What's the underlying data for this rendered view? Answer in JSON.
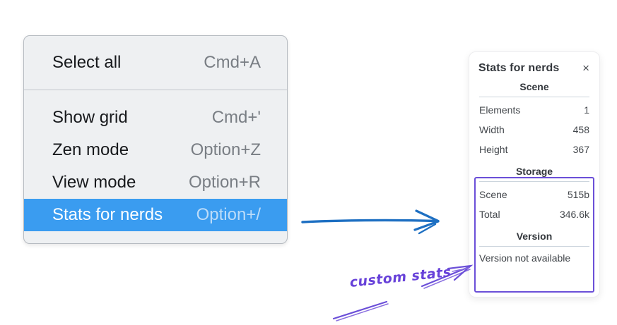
{
  "context_menu": {
    "sections": [
      {
        "items": [
          {
            "label": "Select all",
            "shortcut": "Cmd+A",
            "highlighted": false
          }
        ]
      },
      {
        "items": [
          {
            "label": "Show grid",
            "shortcut": "Cmd+'",
            "highlighted": false
          },
          {
            "label": "Zen mode",
            "shortcut": "Option+Z",
            "highlighted": false
          },
          {
            "label": "View mode",
            "shortcut": "Option+R",
            "highlighted": false
          },
          {
            "label": "Stats for nerds",
            "shortcut": "Option+/",
            "highlighted": true
          }
        ]
      }
    ]
  },
  "stats_panel": {
    "title": "Stats for nerds",
    "close_icon": "×",
    "sections": [
      {
        "header": "Scene",
        "rows": [
          [
            "Elements",
            "1"
          ],
          [
            "Width",
            "458"
          ],
          [
            "Height",
            "367"
          ]
        ]
      },
      {
        "header": "Storage",
        "rows": [
          [
            "Scene",
            "515b"
          ],
          [
            "Total",
            "346.6k"
          ]
        ]
      },
      {
        "header": "Version",
        "rows": [],
        "note": "Version not available"
      }
    ]
  },
  "annotation": {
    "label": "custom stats"
  },
  "colors": {
    "menu_bg": "#eef0f2",
    "menu_border": "#b6bbc1",
    "menu_text": "#17191c",
    "menu_shortcut": "#797e84",
    "highlight_bg": "#3a9cf0",
    "highlight_text": "#ffffff",
    "highlight_shortcut": "#bcdcf9",
    "arrow_blue": "#1d6fc2",
    "annotation_purple": "#6741d9",
    "panel_bg": "#ffffff",
    "panel_heading": "#33373c",
    "panel_row_text": "#44484d",
    "panel_divider": "#ccd5dd"
  }
}
